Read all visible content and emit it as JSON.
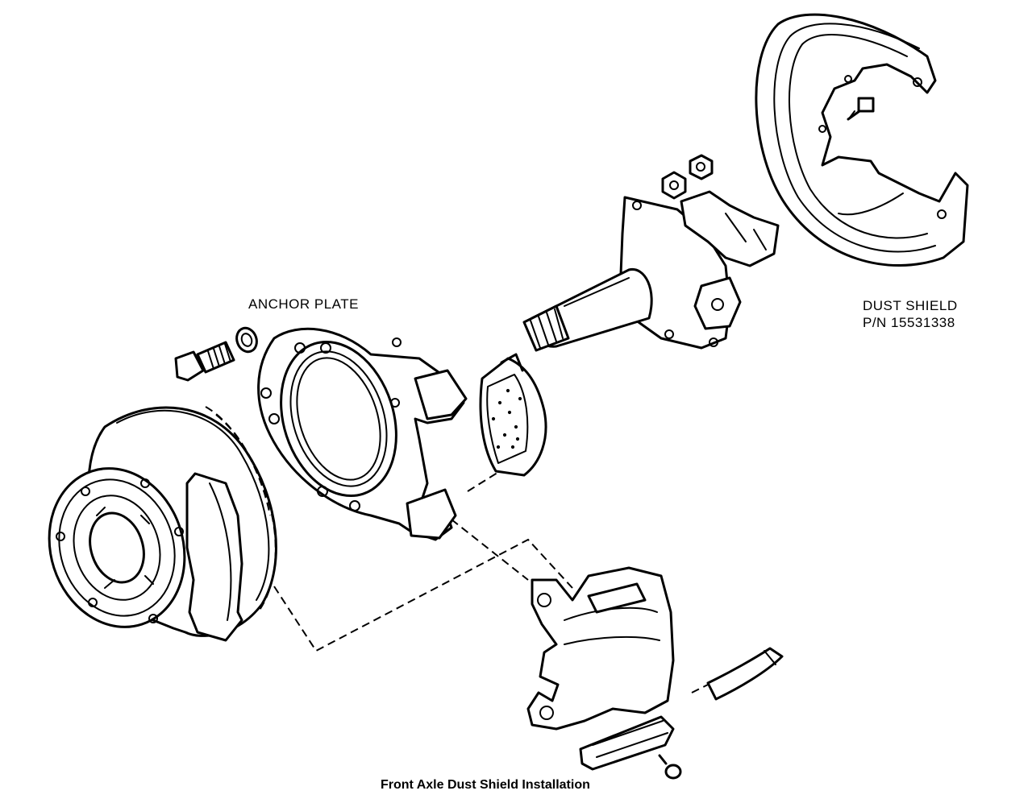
{
  "labels": {
    "anchor_plate": "ANCHOR PLATE",
    "dust_shield": "DUST SHIELD",
    "part_number": "P/N 15531338"
  },
  "caption": "Front Axle Dust Shield Installation"
}
